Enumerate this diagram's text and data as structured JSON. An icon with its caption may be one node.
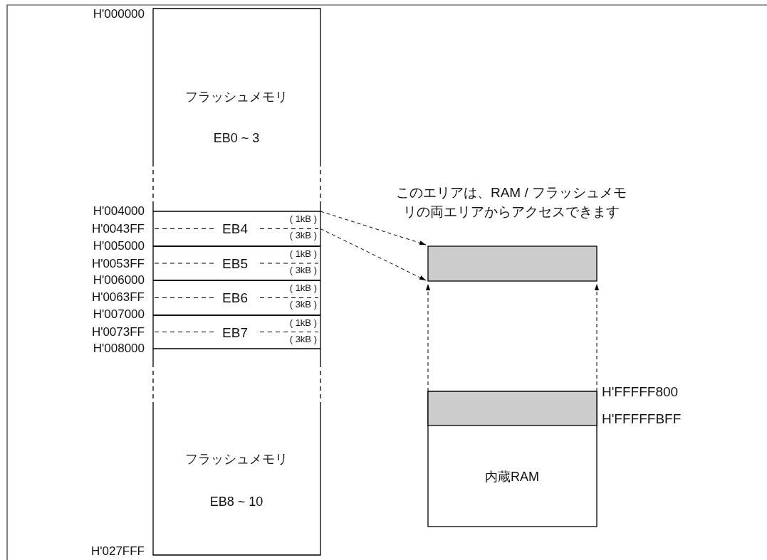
{
  "diagram": {
    "nodes": [
      {
        "text": [
          "フラッシュメモリ",
          "EB0 ~ 3"
        ]
      },
      {
        "text": [
          "EB4",
          "( 1kB )",
          "( 3kB )"
        ]
      },
      {
        "text": [
          "EB5",
          "( 1kB )",
          "( 3kB )"
        ]
      },
      {
        "text": [
          "EB6",
          "( 1kB )",
          "( 3kB )"
        ]
      },
      {
        "text": [
          "EB7",
          "( 1kB )",
          "( 3kB )"
        ]
      },
      {
        "text": [
          "フラッシュメモリ",
          "EB8 ~ 10"
        ]
      },
      {
        "text": [],
        "shape": "box"
      },
      {
        "text": [
          "内蔵RAM"
        ]
      },
      {
        "text": [],
        "shape": "box",
        "in": 7
      }
    ],
    "edges": [
      {
        "from": 1,
        "to": 6,
        "arrow": "to",
        "style": "dashed"
      },
      {
        "from": 1,
        "to": 6,
        "arrow": "to",
        "style": "dashed"
      },
      {
        "from": 8,
        "to": 6,
        "arrow": "to",
        "style": "dashed"
      },
      {
        "from": 8,
        "to": 6,
        "arrow": "to",
        "style": "dashed"
      }
    ],
    "labels": [
      "H'000000",
      "このエリアは、RAM / フラッシュメモリの両エリアからアクセスできます",
      "H'004000",
      "H'0043FF",
      "H'005000",
      "H'0053FF",
      "H'006000",
      "H'0063FF",
      "H'007000",
      "H'0073FF",
      "H'008000",
      "H'FFFFF800",
      "H'FFFFFBFF",
      "H'027FFF"
    ]
  }
}
